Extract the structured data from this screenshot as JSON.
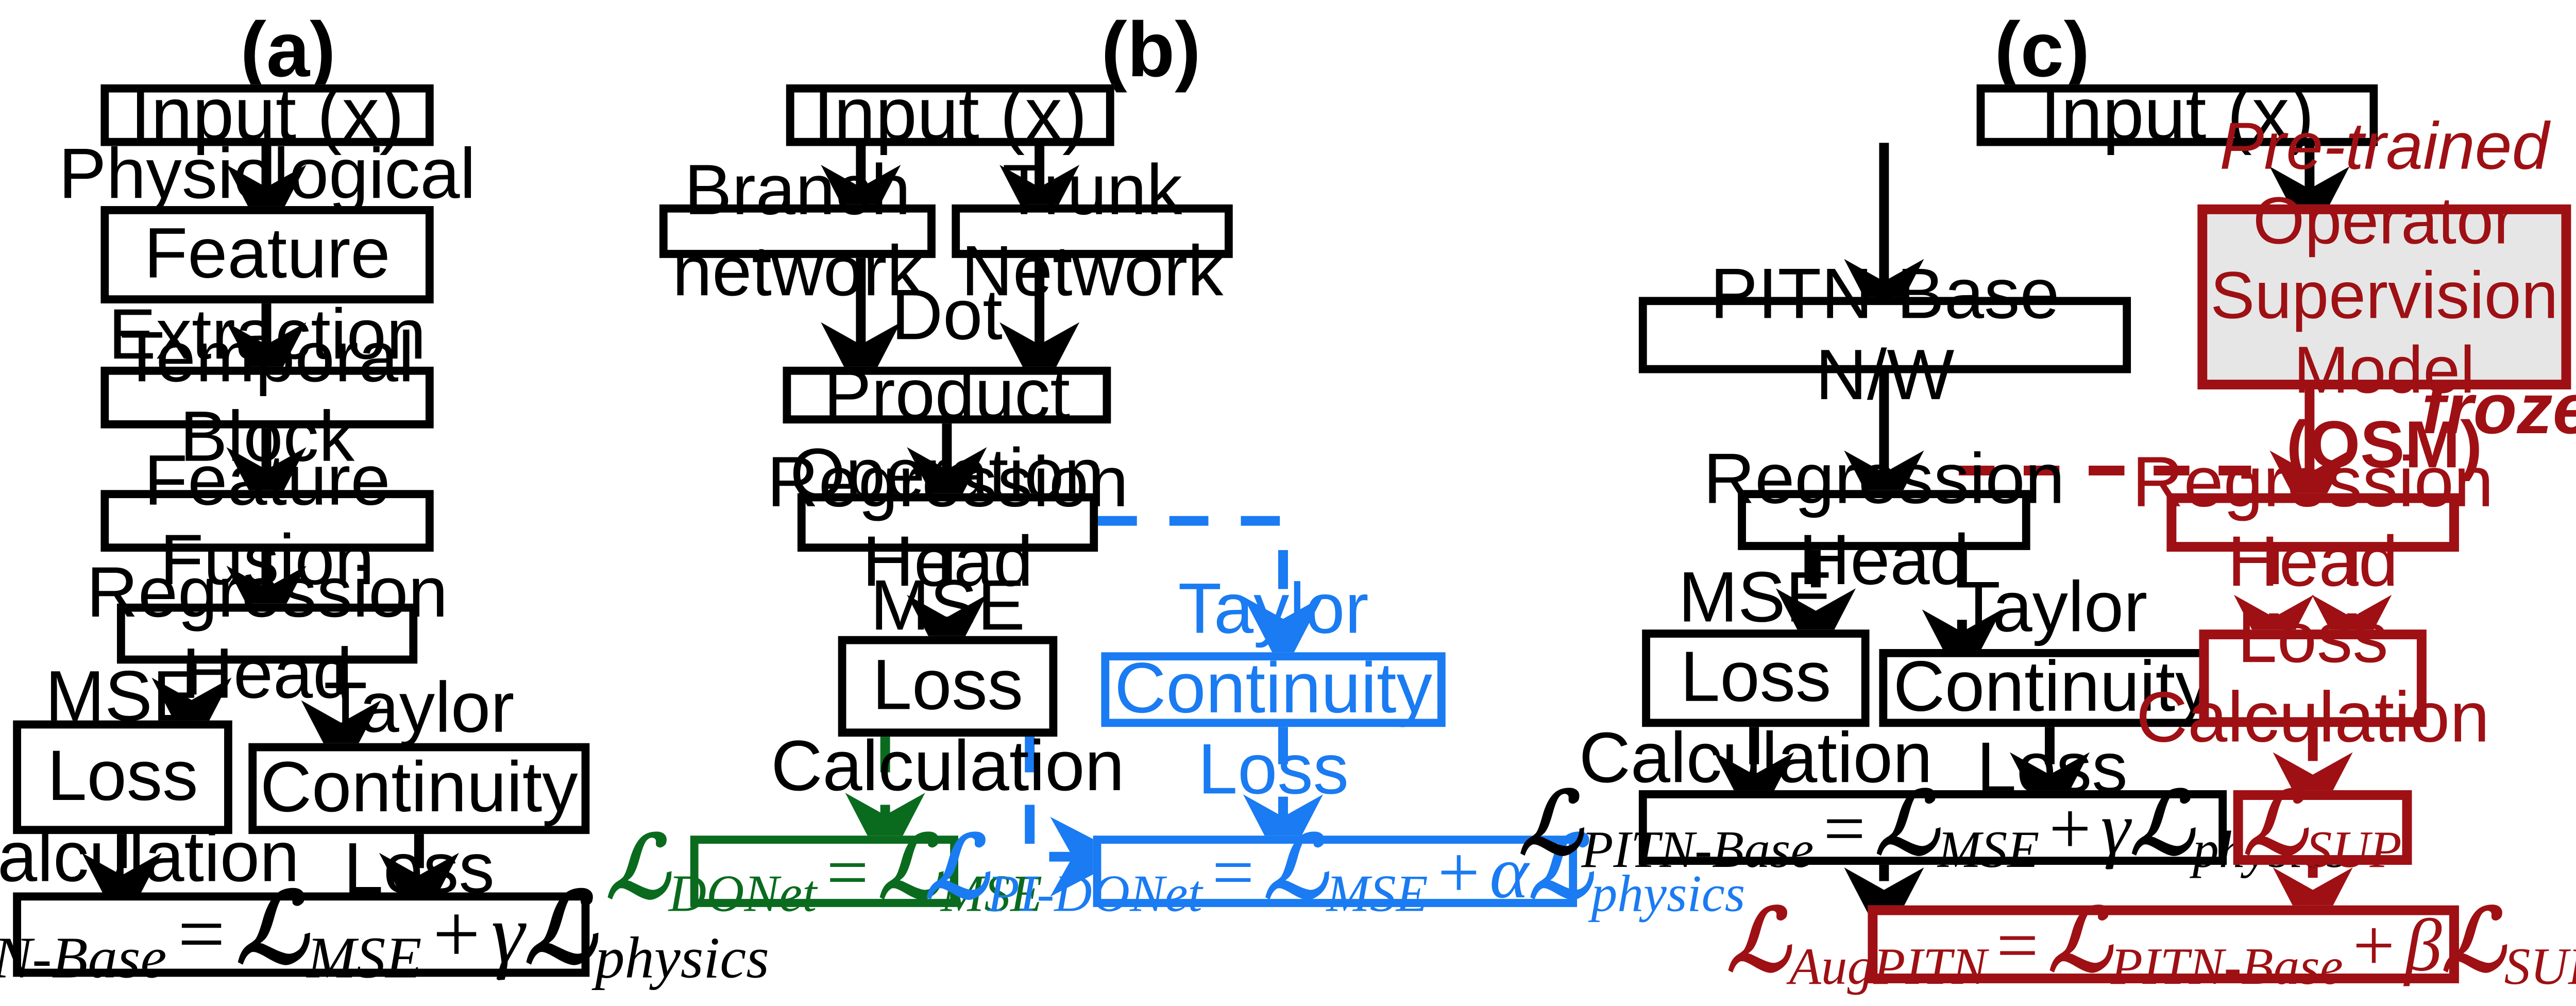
{
  "figure": {
    "type": "architecture-flow-diagram",
    "panels": [
      {
        "id": "a",
        "label": "(a)",
        "title": "PITN-Base architecture",
        "nodes": [
          {
            "key": "input",
            "text": "Input (x)",
            "color": "black"
          },
          {
            "key": "pfe",
            "text": "Physiological Feature Extraction",
            "color": "black"
          },
          {
            "key": "temporal",
            "text": "Temporal Block",
            "color": "black"
          },
          {
            "key": "fusion",
            "text": "Feature Fusion",
            "color": "black"
          },
          {
            "key": "reghead",
            "text": "Regression Head",
            "color": "black"
          },
          {
            "key": "mse",
            "text": "MSE Loss Calculation",
            "color": "black"
          },
          {
            "key": "taylor",
            "text": "Taylor Continuity Loss",
            "color": "black"
          },
          {
            "key": "loss",
            "text": "L_PITN-Base = L_MSE + γL_physics",
            "color": "black"
          }
        ]
      },
      {
        "id": "b",
        "label": "(b)",
        "title": "DeepONet / PI-DeepONet architecture",
        "nodes": [
          {
            "key": "input",
            "text": "Input (x)",
            "color": "black"
          },
          {
            "key": "branch",
            "text": "Branch network",
            "color": "black"
          },
          {
            "key": "trunk",
            "text": "Trunk Network",
            "color": "black"
          },
          {
            "key": "dot",
            "text": "Dot Product Operation",
            "color": "black"
          },
          {
            "key": "reghead",
            "text": "Regression Head",
            "color": "black"
          },
          {
            "key": "mse",
            "text": "MSE Loss Calculation",
            "color": "black"
          },
          {
            "key": "taylor",
            "text": "Taylor Continuity Loss",
            "color": "blue"
          },
          {
            "key": "donet",
            "text": "L_DONet = L_MSE",
            "color": "green"
          },
          {
            "key": "pidonet",
            "text": "L_PI-DONet = L_MSE + αL_physics",
            "color": "blue"
          }
        ]
      },
      {
        "id": "c",
        "label": "(c)",
        "title": "AugPITN architecture with frozen OSM",
        "annotation": "frozen",
        "nodes": [
          {
            "key": "input",
            "text": "Input (x)",
            "color": "black"
          },
          {
            "key": "pitn",
            "text": "PITN-Base N/W",
            "color": "black"
          },
          {
            "key": "osm",
            "text": "Pre-trained Operator Supervision Model (OSM)",
            "color": "red"
          },
          {
            "key": "reghead",
            "text": "Regression Head",
            "color": "black"
          },
          {
            "key": "reghead_red",
            "text": "Regression Head",
            "color": "red"
          },
          {
            "key": "mse",
            "text": "MSE Loss Calculation",
            "color": "black"
          },
          {
            "key": "taylor",
            "text": "Taylor Continuity Loss",
            "color": "black"
          },
          {
            "key": "losscalc",
            "text": "Loss Calculation",
            "color": "red"
          },
          {
            "key": "base",
            "text": "L_PITN-Base = L_MSE + γL_physics",
            "color": "black"
          },
          {
            "key": "sup",
            "text": "L_SUP",
            "color": "red"
          },
          {
            "key": "aug",
            "text": "L_AugPITN = L_PITN-Base + βL_SUP",
            "color": "red"
          }
        ]
      }
    ]
  },
  "panel_a": {
    "label": "(a)",
    "input": "Input (x)",
    "pfe_line1": "Physiological Feature",
    "pfe_line2": "Extraction",
    "temporal": "Temporal Block",
    "fusion": "Feature Fusion",
    "reghead": "Regression Head",
    "mse_line1": "MSE Loss",
    "mse_line2": "Calculation",
    "taylor": "Taylor Continuity Loss",
    "loss": {
      "lhs_sub": "PITN-Base",
      "eq": "=",
      "t1_sub": "MSE",
      "plus": "+",
      "gamma": "γ",
      "t2_sub": "physics"
    }
  },
  "panel_b": {
    "label": "(b)",
    "input": "Input (x)",
    "branch": "Branch network",
    "trunk": "Trunk Network",
    "dot": "Dot Product Operation",
    "reghead": "Regression Head",
    "mse_line1": "MSE Loss",
    "mse_line2": "Calculation",
    "taylor": "Taylor Continuity Loss",
    "donet": {
      "lhs_sub": "DONet",
      "eq": "=",
      "t1_sub": "MSE"
    },
    "pidonet": {
      "lhs_sub": "PI-DONet",
      "eq": "=",
      "t1_sub": "MSE",
      "plus": "+",
      "alpha": "α",
      "t2_sub": "physics"
    }
  },
  "panel_c": {
    "label": "(c)",
    "input": "Input (x)",
    "pitn": "PITN-Base N/W",
    "osm_line1": "Pre-trained",
    "osm_line2": "Operator Supervision",
    "osm_line3_a": "Model ",
    "osm_line3_b": "(OSM)",
    "frozen": "frozen",
    "reghead": "Regression Head",
    "reghead_red": "Regression Head",
    "mse_line1": "MSE Loss",
    "mse_line2": "Calculation",
    "taylor": "Taylor Continuity Loss",
    "losscalc_line1": "Loss",
    "losscalc_line2": "Calculation",
    "base": {
      "lhs_sub": "PITN-Base",
      "eq": "=",
      "t1_sub": "MSE",
      "plus": "+",
      "gamma": "γ",
      "t2_sub": "physics"
    },
    "sup": {
      "lhs_sub": "SUP"
    },
    "aug": {
      "lhs_sub": "AugPITN",
      "eq": "=",
      "t1_sub": "PITN-Base",
      "plus": "+",
      "beta": "β",
      "t2_sub": "SUP"
    }
  },
  "symbols": {
    "script_L": "ℒ"
  },
  "colors": {
    "black": "#000000",
    "blue": "#1a7bf2",
    "green": "#0a6b1e",
    "red": "#9e1014",
    "osm_fill": "#e6e6e6",
    "background": "#ffffff"
  }
}
